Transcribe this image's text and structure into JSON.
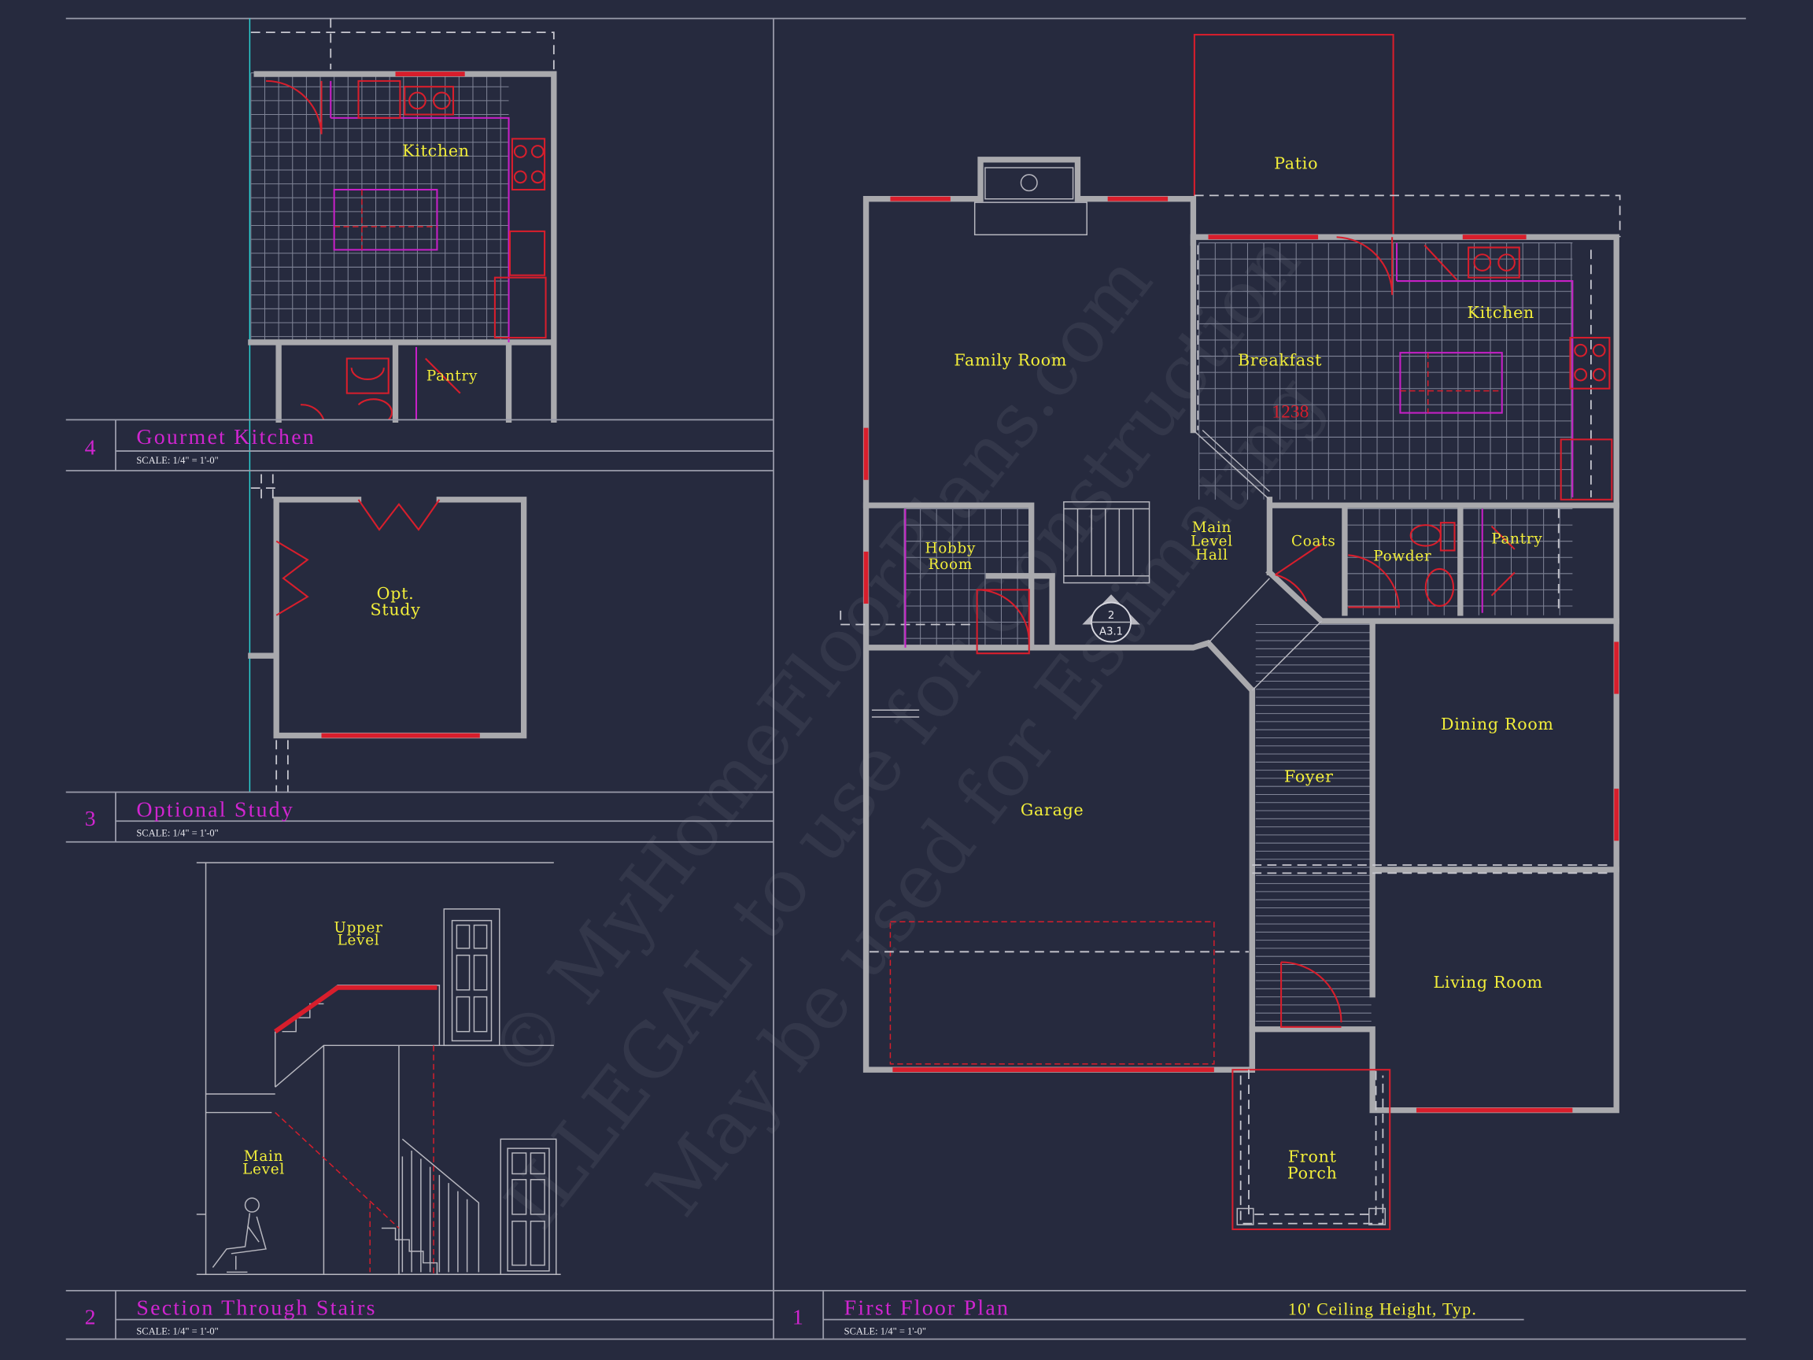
{
  "sheet": {
    "watermark": [
      "© MyHomeFloorPlans.com",
      "ILLEGAL to use for Construction",
      "May be used for Estimating"
    ],
    "colors": {
      "background": "#262a3e",
      "walls": "#a9a9ad",
      "red": "#d81e2c",
      "magenta": "#d025d0",
      "labels": "#f2ee3a"
    }
  },
  "views": [
    {
      "number": "4",
      "title": "Gourmet Kitchen",
      "scale": "SCALE: 1/4\" = 1'-0\"",
      "rooms": {
        "kitchen": "Kitchen",
        "pantry": "Pantry"
      }
    },
    {
      "number": "3",
      "title": "Optional Study",
      "scale": "SCALE: 1/4\" = 1'-0\"",
      "rooms": {
        "study_1": "Opt.",
        "study_2": "Study"
      }
    },
    {
      "number": "2",
      "title": "Section Through Stairs",
      "scale": "SCALE: 1/4\" = 1'-0\"",
      "rooms": {
        "upper_1": "Upper",
        "upper_2": "Level",
        "main_1": "Main",
        "main_2": "Level"
      }
    },
    {
      "number": "1",
      "title": "First Floor Plan",
      "scale": "SCALE: 1/4\" = 1'-0\"",
      "note": "10' Ceiling Height, Typ.",
      "rooms": {
        "patio": "Patio",
        "family": "Family Room",
        "breakfast": "Breakfast",
        "kitchen": "Kitchen",
        "area": "1238",
        "hobby_1": "Hobby",
        "hobby_2": "Room",
        "hall_1": "Main",
        "hall_2": "Level",
        "hall_3": "Hall",
        "coats": "Coats",
        "powder": "Powder",
        "pantry": "Pantry",
        "dining": "Dining Room",
        "foyer": "Foyer",
        "garage": "Garage",
        "living": "Living Room",
        "porch_1": "Front",
        "porch_2": "Porch"
      },
      "section_marker": {
        "number": "2",
        "sheet": "A3.1"
      }
    }
  ]
}
